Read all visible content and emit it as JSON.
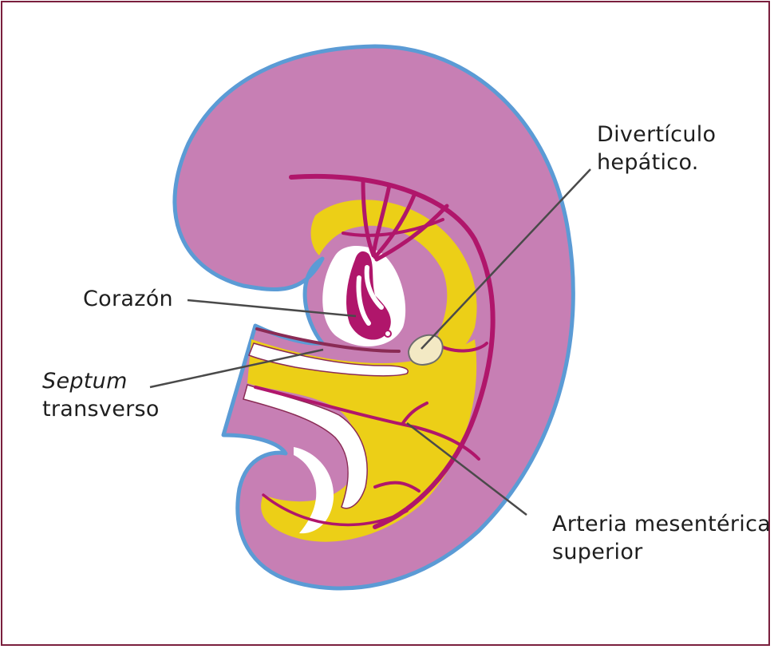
{
  "labels": {
    "diverticulo_line1": "Divertículo",
    "diverticulo_line2": "hepático.",
    "corazon": "Corazón",
    "septum_line1": "Septum",
    "septum_line2": "transverso",
    "arteria_line1": "Arteria mesentérica",
    "arteria_line2": "superior"
  },
  "colors": {
    "frame": "#7a1f3d",
    "embryo_body": "#c77fb4",
    "ectoderm_outline": "#5b9bd5",
    "mesoderm_yellow": "#eccf17",
    "vessels": "#b0166b",
    "leader_lines": "#4a4a4a"
  }
}
